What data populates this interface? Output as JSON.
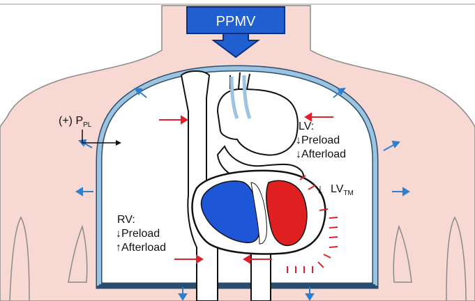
{
  "colors": {
    "skin": "#f8d8d2",
    "skin_stroke": "#8a8a8a",
    "pleura": "#9cc3e0",
    "pleura_stroke": "#2a4d6e",
    "ppmv_box": "#1f5fd0",
    "rv": "#1e56d8",
    "lv": "#e02020",
    "pressure_arrow": "#e0202a",
    "expansion_arrow": "#2f7fd0"
  },
  "labels": {
    "ppmv": "PPMV",
    "ppl_prefix": "(+) P",
    "ppl_sub": "PL",
    "lv_title": "LV:",
    "lv_preload": "↓Preload",
    "lv_afterload": "↓Afterload",
    "lvtm_main": "LV",
    "lvtm_sub": "TM",
    "lvtm_arrow": "↓",
    "rv_title": "RV:",
    "rv_preload": "↓Preload",
    "rv_afterload": "↑Afterload"
  },
  "icons": {
    "ppmv_arrow": "down-arrow-icon",
    "expansion_arrows": "outward-arrow-icon",
    "pressure_arrows": "inward-arrow-icon"
  }
}
